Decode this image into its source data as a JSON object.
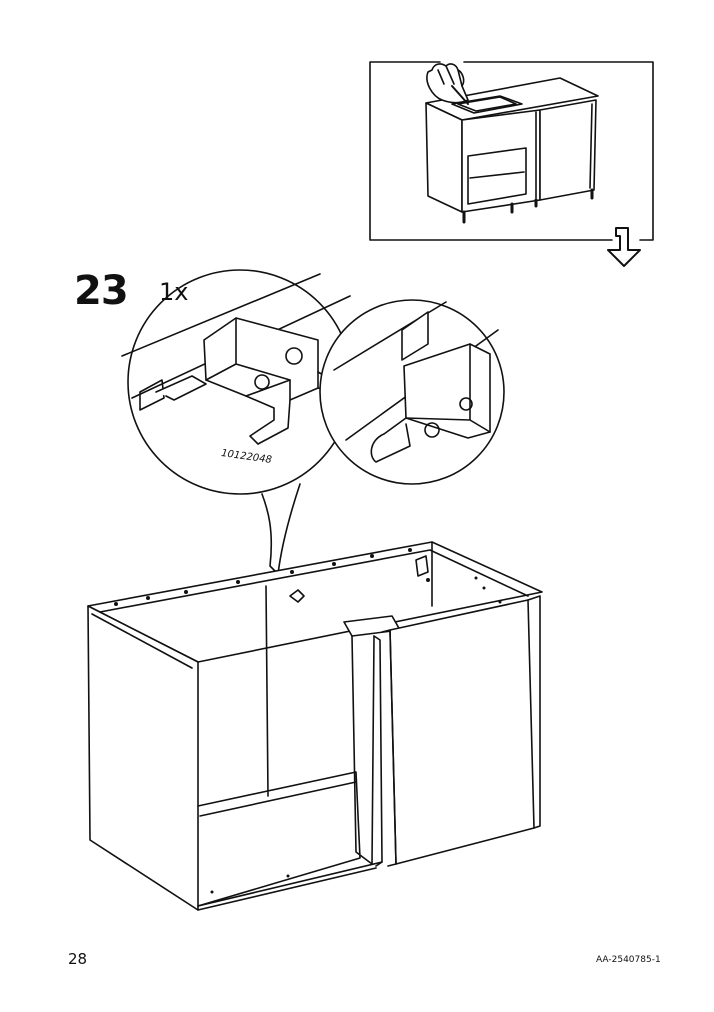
{
  "step": {
    "number": "23",
    "quantity": "1x"
  },
  "part": {
    "number": "10122048"
  },
  "footer": {
    "page_number": "28",
    "document_code": "AA-2540785-1"
  },
  "icons": [
    "pointing-hand-icon",
    "turn-page-arrow-icon"
  ]
}
